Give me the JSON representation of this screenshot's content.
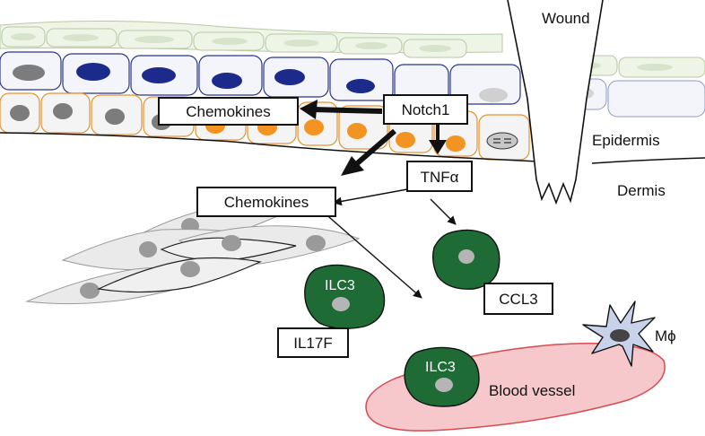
{
  "labels": {
    "wound": "Wound",
    "epidermis": "Epidermis",
    "dermis": "Dermis",
    "blood_vessel": "Blood vessel",
    "macrophage": "Mϕ"
  },
  "boxes": {
    "chemokines_top": "Chemokines",
    "notch1": "Notch1",
    "tnfa": "TNFα",
    "chemokines_dermis": "Chemokines",
    "ccl3": "CCL3",
    "il17f": "IL17F"
  },
  "cells": {
    "ilc3_upper": "ILC3",
    "ilc3_lower": "ILC3"
  },
  "colors": {
    "ilc3_fill": "#1f6b35",
    "orange_nucleus": "#f29322",
    "navy_nucleus": "#1c2a8c",
    "vessel_fill": "#f6c8cc",
    "vessel_stroke": "#d84a4f",
    "macrophage_fill": "#c8d2ea"
  }
}
